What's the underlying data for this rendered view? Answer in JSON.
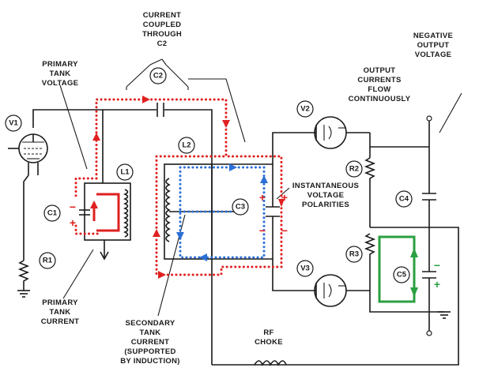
{
  "labels": {
    "current_coupled": [
      "CURRENT",
      "COUPLED",
      "THROUGH",
      "C2"
    ],
    "primary_tank_voltage": [
      "PRIMARY",
      "TANK",
      "VOLTAGE"
    ],
    "negative_output_voltage": [
      "NEGATIVE",
      "OUTPUT",
      "VOLTAGE"
    ],
    "output_currents": [
      "OUTPUT",
      "CURRENTS",
      "FLOW",
      "CONTINUOUSLY"
    ],
    "instantaneous_polarities": [
      "INSTANTANEOUS",
      "VOLTAGE",
      "POLARITIES"
    ],
    "primary_tank_current": [
      "PRIMARY",
      "TANK",
      "CURRENT"
    ],
    "secondary_tank_current": [
      "SECONDARY",
      "TANK",
      "CURRENT",
      "(SUPPORTED",
      "BY INDUCTION)"
    ],
    "rf_choke": [
      "RF",
      "CHOKE"
    ]
  },
  "components": {
    "v1": "V1",
    "c1": "C1",
    "r1": "R1",
    "l1": "L1",
    "c2": "C2",
    "l2": "L2",
    "c3": "C3",
    "v2": "V2",
    "v3": "V3",
    "r2": "R2",
    "r3": "R3",
    "c4": "C4",
    "c5": "C5"
  },
  "colors": {
    "primary_current": "#e02020",
    "secondary_current": "#2b6fd6",
    "output_current": "#2aa040",
    "ink": "#1a1a1a"
  }
}
